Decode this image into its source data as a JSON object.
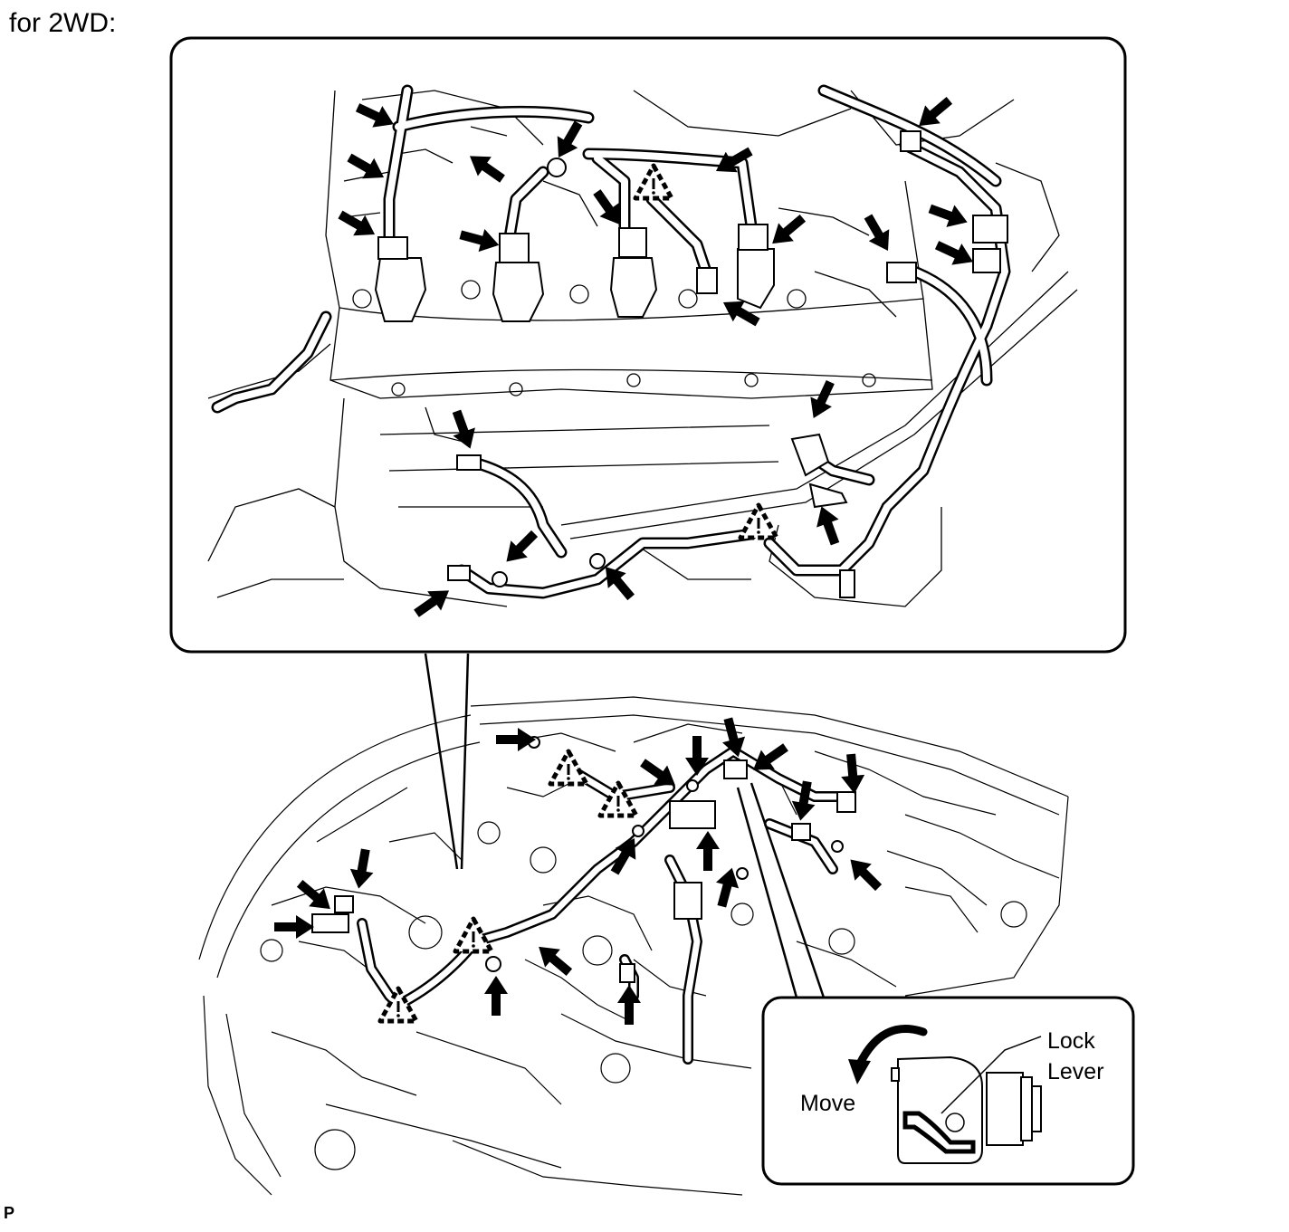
{
  "caption": "for 2WD:",
  "figure_code": "P",
  "callout": {
    "lock_label_line1": "Lock",
    "lock_label_line2": "Lever",
    "move_label": "Move"
  },
  "icons": {
    "arrow": "black-arrow-icon",
    "triangle": "dashed-triangle-warning-icon",
    "curved_arrow": "curved-move-arrow-icon"
  }
}
